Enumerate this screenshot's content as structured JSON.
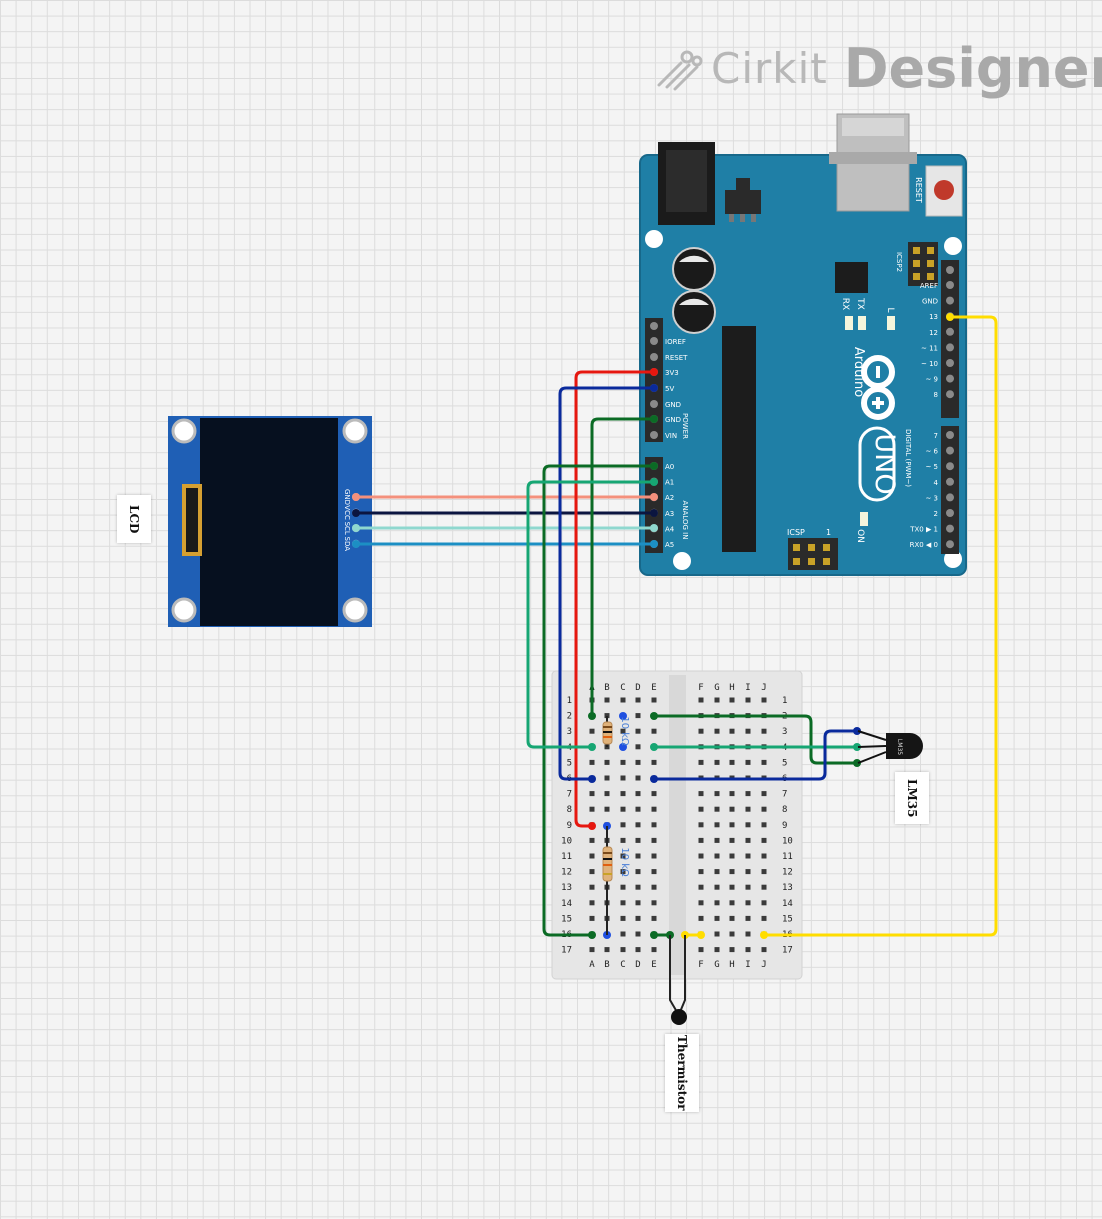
{
  "brand": {
    "part1": "Cirkit",
    "part2": "Designer",
    "icon": "cirkit-logo-icon"
  },
  "labels": {
    "lcd": "LCD",
    "lm35": "LM35",
    "thermistor": "Thermistor"
  },
  "arduino": {
    "reset": "RESET",
    "icsp2": "ICSP2",
    "icsp": "ICSP",
    "icsp_pin1": "1",
    "brand": "Arduino",
    "model": "UNO",
    "on": "ON",
    "tx": "TX",
    "rx": "RX",
    "l": "L",
    "power_group": "POWER",
    "analog_group": "ANALOG IN",
    "digital_group": "DIGITAL (PWM~)",
    "power_pins": [
      "IOREF",
      "RESET",
      "3V3",
      "5V",
      "GND",
      "GND",
      "VIN"
    ],
    "analog_pins": [
      "A0",
      "A1",
      "A2",
      "A3",
      "A4",
      "A5"
    ],
    "digital_top": [
      "AREF",
      "GND",
      "13",
      "12",
      "~ 11",
      "~ 10",
      "~ 9",
      "8"
    ],
    "digital_bottom": [
      "7",
      "~ 6",
      "~ 5",
      "4",
      "~ 3",
      "2",
      "TX0 ▶ 1",
      "RX0 ◀ 0"
    ]
  },
  "oled": {
    "pins": [
      "GND",
      "VCC",
      "SCL",
      "SDA"
    ]
  },
  "breadboard": {
    "cols_left": [
      "A",
      "B",
      "C",
      "D",
      "E"
    ],
    "cols_right": [
      "F",
      "G",
      "H",
      "I",
      "J"
    ],
    "rows": [
      "1",
      "2",
      "3",
      "4",
      "5",
      "6",
      "7",
      "8",
      "9",
      "10",
      "11",
      "12",
      "13",
      "14",
      "15",
      "16",
      "17"
    ]
  },
  "resistors": [
    {
      "value": "10 kΩ"
    },
    {
      "value": "10 kΩ"
    }
  ],
  "lm35_body": "LM35",
  "colors": {
    "board": "#1f7fa6",
    "board_edge": "#17688a",
    "oled_pcb": "#1f5fb5",
    "screen": "#06101f",
    "wire_red": "#e6170f",
    "wire_blue": "#0a2a9c",
    "wire_darkgreen": "#0b6b25",
    "wire_teal": "#16a673",
    "wire_salmon": "#f4907c",
    "wire_navy": "#0b1540",
    "wire_lightcyan": "#8fd8cf",
    "wire_cyan": "#1c8fc4",
    "wire_yellow": "#ffdd00"
  }
}
